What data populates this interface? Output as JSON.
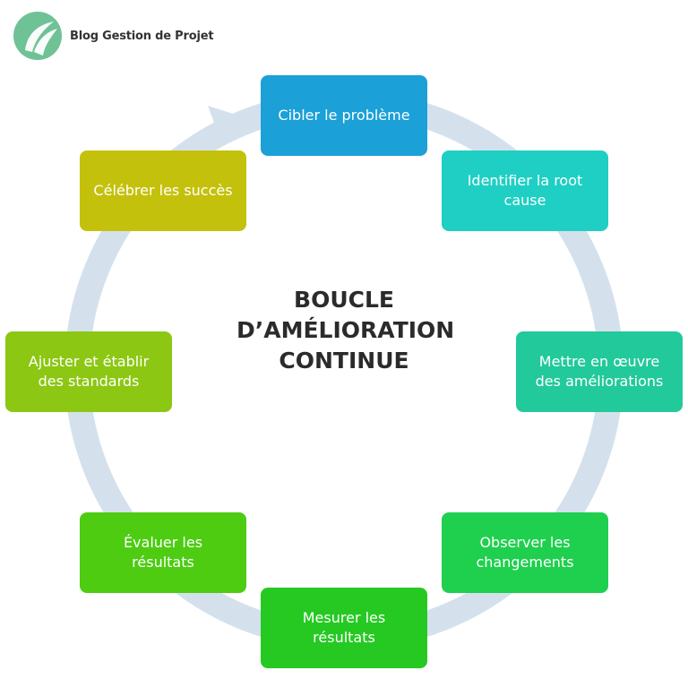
{
  "brand": {
    "name": "Blog Gestion de Projet",
    "mark_colors": [
      "#7fc8a0",
      "#4aa978",
      "#2e8f63"
    ]
  },
  "title": "BOUCLE\nD’AMÉLIORATION\nCONTINUE",
  "ring_color": "#d4e1ed",
  "steps": [
    {
      "label": "Cibler le problème",
      "color": "#1ba0d8"
    },
    {
      "label": "Identifier la root cause",
      "color": "#1fcfc4"
    },
    {
      "label": "Mettre en œuvre des améliorations",
      "color": "#22c99a"
    },
    {
      "label": "Observer les changements",
      "color": "#1fcf4e"
    },
    {
      "label": "Mesurer les résultats",
      "color": "#25c922"
    },
    {
      "label": "Évaluer les résultats",
      "color": "#4dcc12"
    },
    {
      "label": "Ajuster et établir des standards",
      "color": "#8cc713"
    },
    {
      "label": "Célébrer les succès",
      "color": "#c4c10d"
    }
  ]
}
